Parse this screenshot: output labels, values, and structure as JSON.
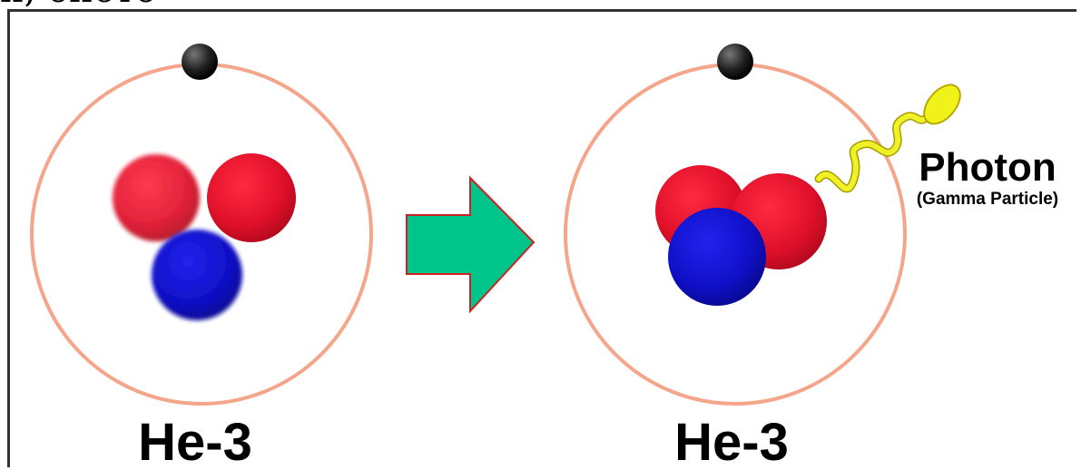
{
  "clipped_heading": "н, опето",
  "left_atom": {
    "label": "He-3",
    "particles": [
      "proton",
      "proton",
      "neutron"
    ]
  },
  "right_atom": {
    "label": "He-3",
    "particles": [
      "proton",
      "proton",
      "neutron"
    ]
  },
  "photon": {
    "title": "Photon",
    "subtitle": "(Gamma Particle)"
  },
  "colors": {
    "orbit": "#f4a58a",
    "electron": "#222222",
    "proton": "#e0102a",
    "neutron": "#1010c8",
    "arrow": "#00c58a",
    "arrow_outline": "#cc2222",
    "photon_wave": "#e8f020"
  }
}
